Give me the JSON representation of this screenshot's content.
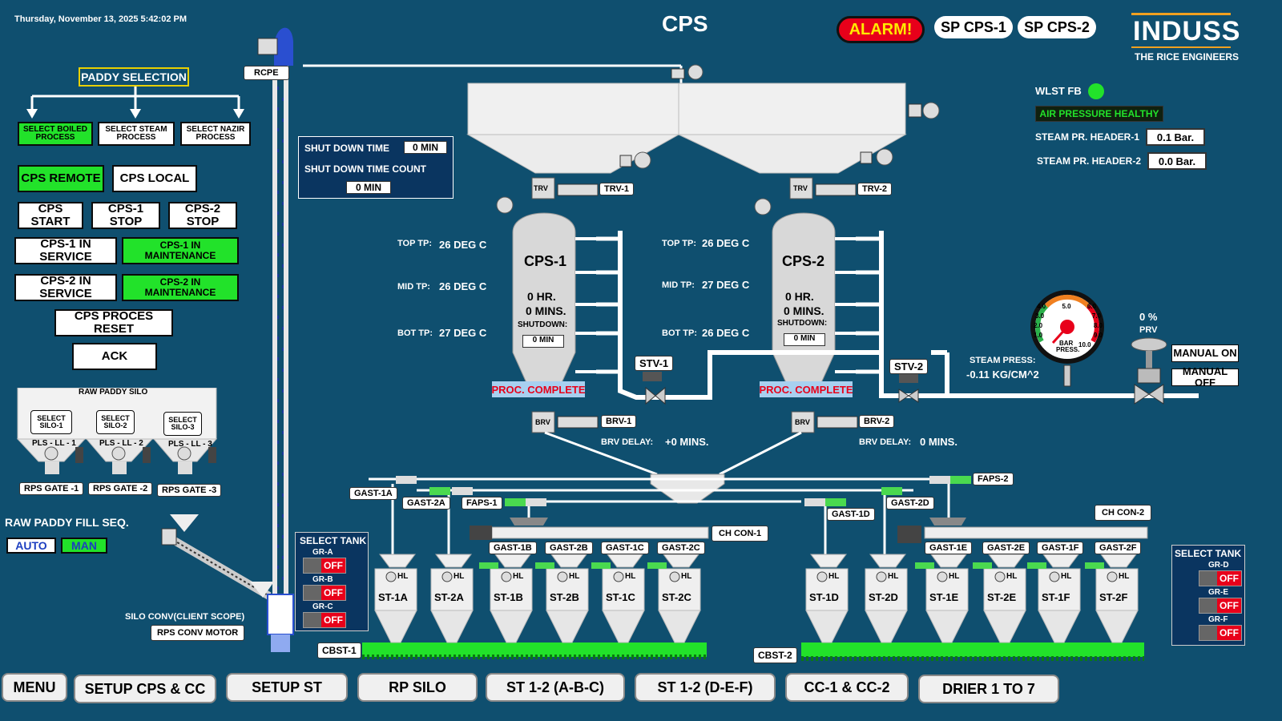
{
  "header": {
    "datetime": "Thursday, November 13, 2025 5:42:02 PM",
    "title": "CPS",
    "alarm": "ALARM!",
    "sp1": "SP CPS-1",
    "sp2": "SP CPS-2",
    "brand": "INDUSS",
    "tagline": "THE RICE ENGINEERS"
  },
  "left": {
    "paddy_selection": "PADDY SELECTION",
    "select_boiled": "SELECT BOILED PROCESS",
    "select_steam": "SELECT STEAM PROCESS",
    "select_nazir": "SELECT NAZIR PROCESS",
    "cps_remote": "CPS REMOTE",
    "cps_local": "CPS LOCAL",
    "cps_start": "CPS START",
    "cps1_stop": "CPS-1 STOP",
    "cps2_stop": "CPS-2 STOP",
    "cps1_in_service": "CPS-1 IN SERVICE",
    "cps1_in_maint": "CPS-1 IN MAINTENANCE",
    "cps2_in_service": "CPS-2 IN SERVICE",
    "cps2_in_maint": "CPS-2 IN MAINTENANCE",
    "reset": "CPS PROCES RESET",
    "ack": "ACK",
    "raw_paddy_silo": "RAW PADDY SILO",
    "select_silo1": "SELECT SILO-1",
    "select_silo2": "SELECT SILO-2",
    "select_silo3": "SELECT SILO-3",
    "pls1": "PLS - LL - 1",
    "pls2": "PLS - LL - 2",
    "pls3": "PLS - LL - 3",
    "rps1": "RPS GATE -1",
    "rps2": "RPS GATE -2",
    "rps3": "RPS GATE -3",
    "fill_seq": "RAW PADDY FILL SEQ.",
    "auto": "AUTO",
    "man": "MAN",
    "silo_conv": "SILO CONV(CLIENT SCOPE)",
    "rps_conv_motor": "RPS CONV MOTOR",
    "rcpe": "RCPE"
  },
  "shutdown": {
    "time_label": "SHUT DOWN  TIME",
    "time_value": "0 MIN",
    "count_label": "SHUT DOWN  TIME COUNT",
    "count_value": "0 MIN"
  },
  "cps1": {
    "name": "CPS-1",
    "hr": "0 HR.",
    "mins": "0 MINS.",
    "shutdown": "SHUTDOWN:",
    "shutdown_val": "0 MIN",
    "top_label": "TOP TP:",
    "top_val": "26 DEG C",
    "mid_label": "MID TP:",
    "mid_val": "26 DEG C",
    "bot_label": "BOT TP:",
    "bot_val": "27 DEG C",
    "trv": "TRV-1",
    "brv": "BRV-1",
    "stv": "STV-1",
    "status": "PROC. COMPLETE",
    "brv_delay_label": "BRV DELAY:",
    "brv_delay_val": "+0 MINS."
  },
  "cps2": {
    "name": "CPS-2",
    "hr": "0 HR.",
    "mins": "0 MINS.",
    "shutdown": "SHUTDOWN:",
    "shutdown_val": "0 MIN",
    "top_label": "TOP TP:",
    "top_val": "26 DEG C",
    "mid_label": "MID TP:",
    "mid_val": "27 DEG C",
    "bot_label": "BOT TP:",
    "bot_val": "26 DEG C",
    "trv": "TRV-2",
    "brv": "BRV-2",
    "stv": "STV-2",
    "status": "PROC. COMPLETE",
    "brv_delay_label": "BRV DELAY:",
    "brv_delay_val": "0 MINS."
  },
  "valve_tag": {
    "trv": "TRV",
    "brv": "BRV"
  },
  "right": {
    "wlst": "WLST FB",
    "air": "AIR PRESSURE HEALTHY",
    "steam1_label": "STEAM PR. HEADER-1",
    "steam1_val": "0.1 Bar.",
    "steam2_label": "STEAM PR. HEADER-2",
    "steam2_val": "0.0 Bar.",
    "prv_pct": "0 %",
    "prv": "PRV",
    "manual_on": "MANUAL ON",
    "manual_off": "MANUAL OFF",
    "steam_press_label": "STEAM PRESS:",
    "steam_press_val": "-0.11 KG/CM^2",
    "gauge_ticks": [
      "1.0",
      "2.0",
      "3.0",
      "4.0",
      "5.0",
      "6.0",
      "7.0",
      "8.0",
      "9.0",
      "10.0"
    ],
    "gauge_unit1": "BAR",
    "gauge_unit2": "PRESS."
  },
  "lower": {
    "faps1": "FAPS-1",
    "faps2": "FAPS-2",
    "gast1a": "GAST-1A",
    "gast2a": "GAST-2A",
    "gast1d": "GAST-1D",
    "gast2d": "GAST-2D",
    "chcon1": "CH CON-1",
    "chcon2": "CH CON-2",
    "cbst1": "CBST-1",
    "cbst2": "CBST-2",
    "hl": "HL",
    "tanks_left": [
      {
        "name": "ST-1A",
        "gast": ""
      },
      {
        "name": "ST-2A",
        "gast": ""
      },
      {
        "name": "ST-1B",
        "gast": "GAST-1B"
      },
      {
        "name": "ST-2B",
        "gast": "GAST-2B"
      },
      {
        "name": "ST-1C",
        "gast": "GAST-1C"
      },
      {
        "name": "ST-2C",
        "gast": "GAST-2C"
      }
    ],
    "tanks_right": [
      {
        "name": "ST-1D",
        "gast": ""
      },
      {
        "name": "ST-2D",
        "gast": ""
      },
      {
        "name": "ST-1E",
        "gast": "GAST-1E"
      },
      {
        "name": "ST-2E",
        "gast": "GAST-2E"
      },
      {
        "name": "ST-1F",
        "gast": "GAST-1F"
      },
      {
        "name": "ST-2F",
        "gast": "GAST-2F"
      }
    ],
    "select_tank": "SELECT TANK",
    "gr_left": [
      {
        "label": "GR-A",
        "state": "OFF"
      },
      {
        "label": "GR-B",
        "state": "OFF"
      },
      {
        "label": "GR-C",
        "state": "OFF"
      }
    ],
    "gr_right": [
      {
        "label": "GR-D",
        "state": "OFF"
      },
      {
        "label": "GR-E",
        "state": "OFF"
      },
      {
        "label": "GR-F",
        "state": "OFF"
      }
    ]
  },
  "nav": {
    "menu": "MENU",
    "setup_cps": "SETUP CPS & CC",
    "setup_st": "SETUP ST",
    "rp_silo": "RP SILO",
    "st_abc": "ST 1-2 (A-B-C)",
    "st_def": "ST 1-2 (D-E-F)",
    "cc": "CC-1 & CC-2",
    "drier": "DRIER 1 TO 7"
  }
}
